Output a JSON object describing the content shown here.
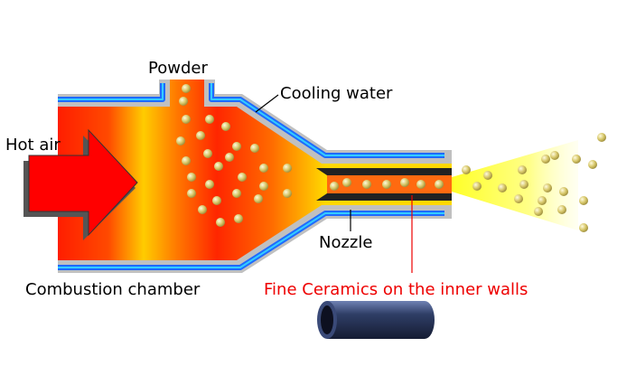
{
  "labels": {
    "powder": "Powder",
    "cooling_water": "Cooling water",
    "hot_air": "Hot air",
    "nozzle": "Nozzle",
    "combustion_chamber": "Combustion chamber",
    "fine_ceramics": "Fine Ceramics on the inner walls"
  },
  "colors": {
    "flame_red": "#ff1a00",
    "flame_yellow": "#ffd000",
    "jacket_gray": "#c0c0c0",
    "cooling_blue": "#1e6bff",
    "cooling_cyan": "#33ccff",
    "nozzle_liner": "#222222",
    "arrow_red": "#ff0000",
    "callout_red": "#ee0000",
    "spray_yellow": "#ffff33",
    "particle": "#d8c86a",
    "tube": "#2f3e66"
  },
  "icons": [
    "hot-air-arrow-icon",
    "powder-particle-icon",
    "ceramic-tube-icon"
  ]
}
